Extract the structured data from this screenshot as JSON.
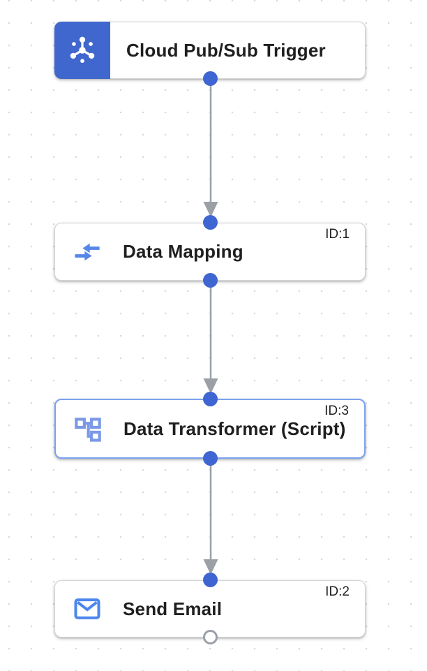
{
  "canvas": {
    "background_color": "#ffffff",
    "grid_dot_color": "#d9d9d9",
    "connector_color": "#9aa0a6",
    "port_color": "#3f65d2",
    "open_port_border_color": "#9aa0a6",
    "selected_border_color": "#7ba1f0",
    "trigger_accent_color": "#4067cd",
    "icon_colors": {
      "pubsub": "#ffffff",
      "data_mapping": "#5586e8",
      "data_transformer": "#7b99e4",
      "send_email": "#4c86ee"
    }
  },
  "nodes": [
    {
      "kind": "trigger",
      "title": "Cloud Pub/Sub Trigger",
      "id_label": "",
      "icon": "pubsub-icon",
      "selected": false
    },
    {
      "kind": "task",
      "title": "Data Mapping",
      "id_label": "ID:1",
      "icon": "data-mapping-icon",
      "selected": false
    },
    {
      "kind": "task",
      "title": "Data Transformer (Script)",
      "id_label": "ID:3",
      "icon": "data-transformer-icon",
      "selected": true
    },
    {
      "kind": "task",
      "title": "Send Email",
      "id_label": "ID:2",
      "icon": "send-email-icon",
      "selected": false
    }
  ],
  "connectors": [
    {
      "from": "Cloud Pub/Sub Trigger",
      "to": "Data Mapping"
    },
    {
      "from": "Data Mapping",
      "to": "Data Transformer (Script)"
    },
    {
      "from": "Data Transformer (Script)",
      "to": "Send Email"
    }
  ]
}
